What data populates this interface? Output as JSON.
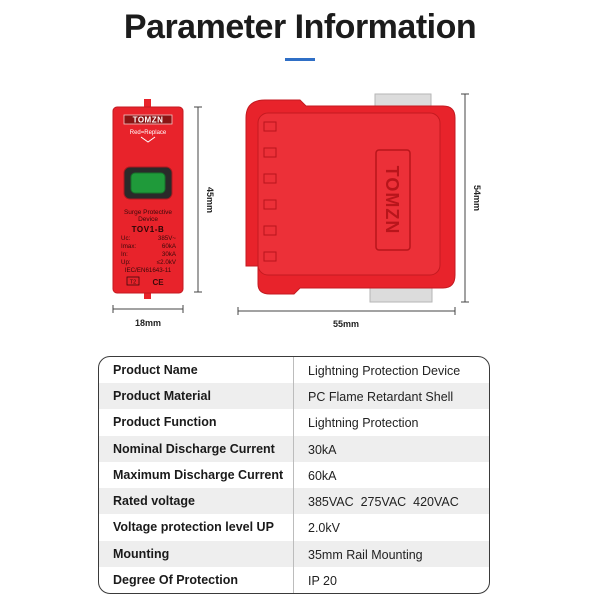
{
  "title": "Parameter Information",
  "colors": {
    "accent": "#2f6fc6",
    "device_red": "#e8232b",
    "indicator_green": "#1f9a3a"
  },
  "front_label": {
    "brand": "TOMZN",
    "tagline": "Red=Replace",
    "description_line1": "Surge Protective",
    "description_line2": "Device",
    "model": "TOV1-B",
    "specs": [
      {
        "key": "Uc:",
        "value": "385V~"
      },
      {
        "key": "Imax:",
        "value": "60kA"
      },
      {
        "key": "In:",
        "value": "30kA"
      },
      {
        "key": "Up:",
        "value": "≤2.0kV"
      }
    ],
    "standard": "IEC/EN61643-11",
    "type_mark": "T2",
    "ce_mark": "CE"
  },
  "side_brand": "TOMZN",
  "dimensions": {
    "front_width": "18mm",
    "front_height": "45mm",
    "side_width": "55mm",
    "side_height": "54mm"
  },
  "specs_table": [
    {
      "label": "Product Name",
      "value": "Lightning Protection Device"
    },
    {
      "label": "Product Material",
      "value": "PC Flame Retardant Shell"
    },
    {
      "label": "Product Function",
      "value": "Lightning Protection"
    },
    {
      "label": "Nominal Discharge Current",
      "value": "30kA"
    },
    {
      "label": "Maximum Discharge Current",
      "value": "60kA"
    },
    {
      "label": "Rated voltage",
      "value": "385VAC  275VAC  420VAC"
    },
    {
      "label": "Voltage protection level UP",
      "value": "2.0kV"
    },
    {
      "label": "Mounting",
      "value": "35mm Rail Mounting"
    },
    {
      "label": "Degree Of Protection",
      "value": "IP 20"
    }
  ]
}
